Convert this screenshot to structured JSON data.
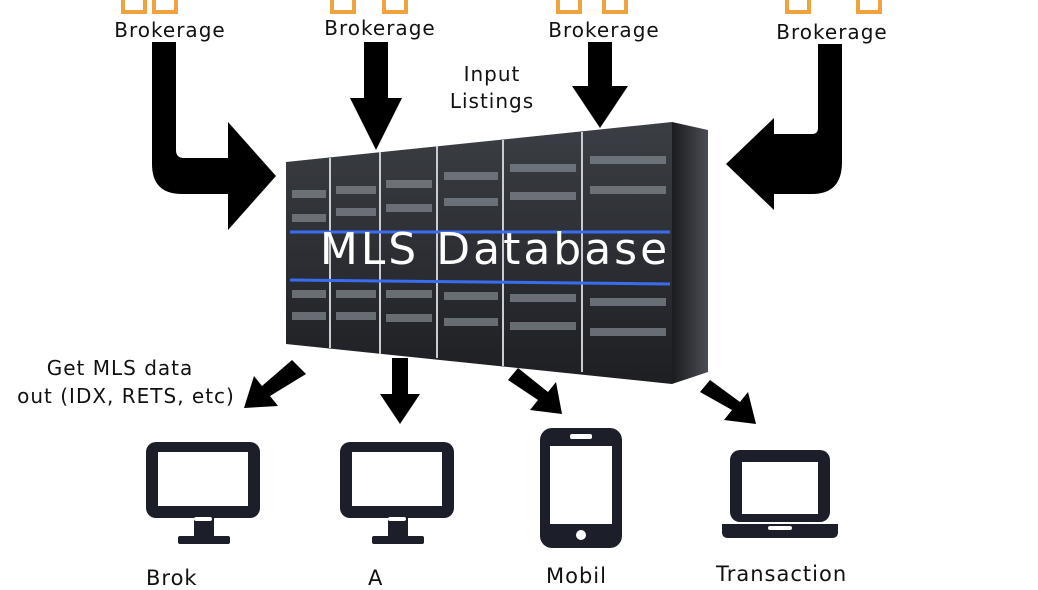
{
  "brokerages": [
    {
      "label": "Brokerage"
    },
    {
      "label": "Brokerage"
    },
    {
      "label": "Brokerage"
    },
    {
      "label": "Brokerage"
    }
  ],
  "input_label_line1": "Input",
  "input_label_line2": "Listings",
  "database_label": "MLS Database",
  "output_label_line1": "Get MLS data",
  "output_label_line2": "out (IDX, RETS, etc)",
  "devices": [
    {
      "icon": "desktop-monitor-icon",
      "label": "Brok"
    },
    {
      "icon": "desktop-monitor-icon",
      "label": "A"
    },
    {
      "icon": "mobile-phone-icon",
      "label": "Mobil"
    },
    {
      "icon": "laptop-icon",
      "label": "Transaction"
    }
  ],
  "colors": {
    "brokerage_icon": "#f0a23c",
    "arrows": "#000000",
    "icons": "#1c1f2a",
    "rack": "#2a2c30",
    "rack_light": "#3a6cf0"
  }
}
